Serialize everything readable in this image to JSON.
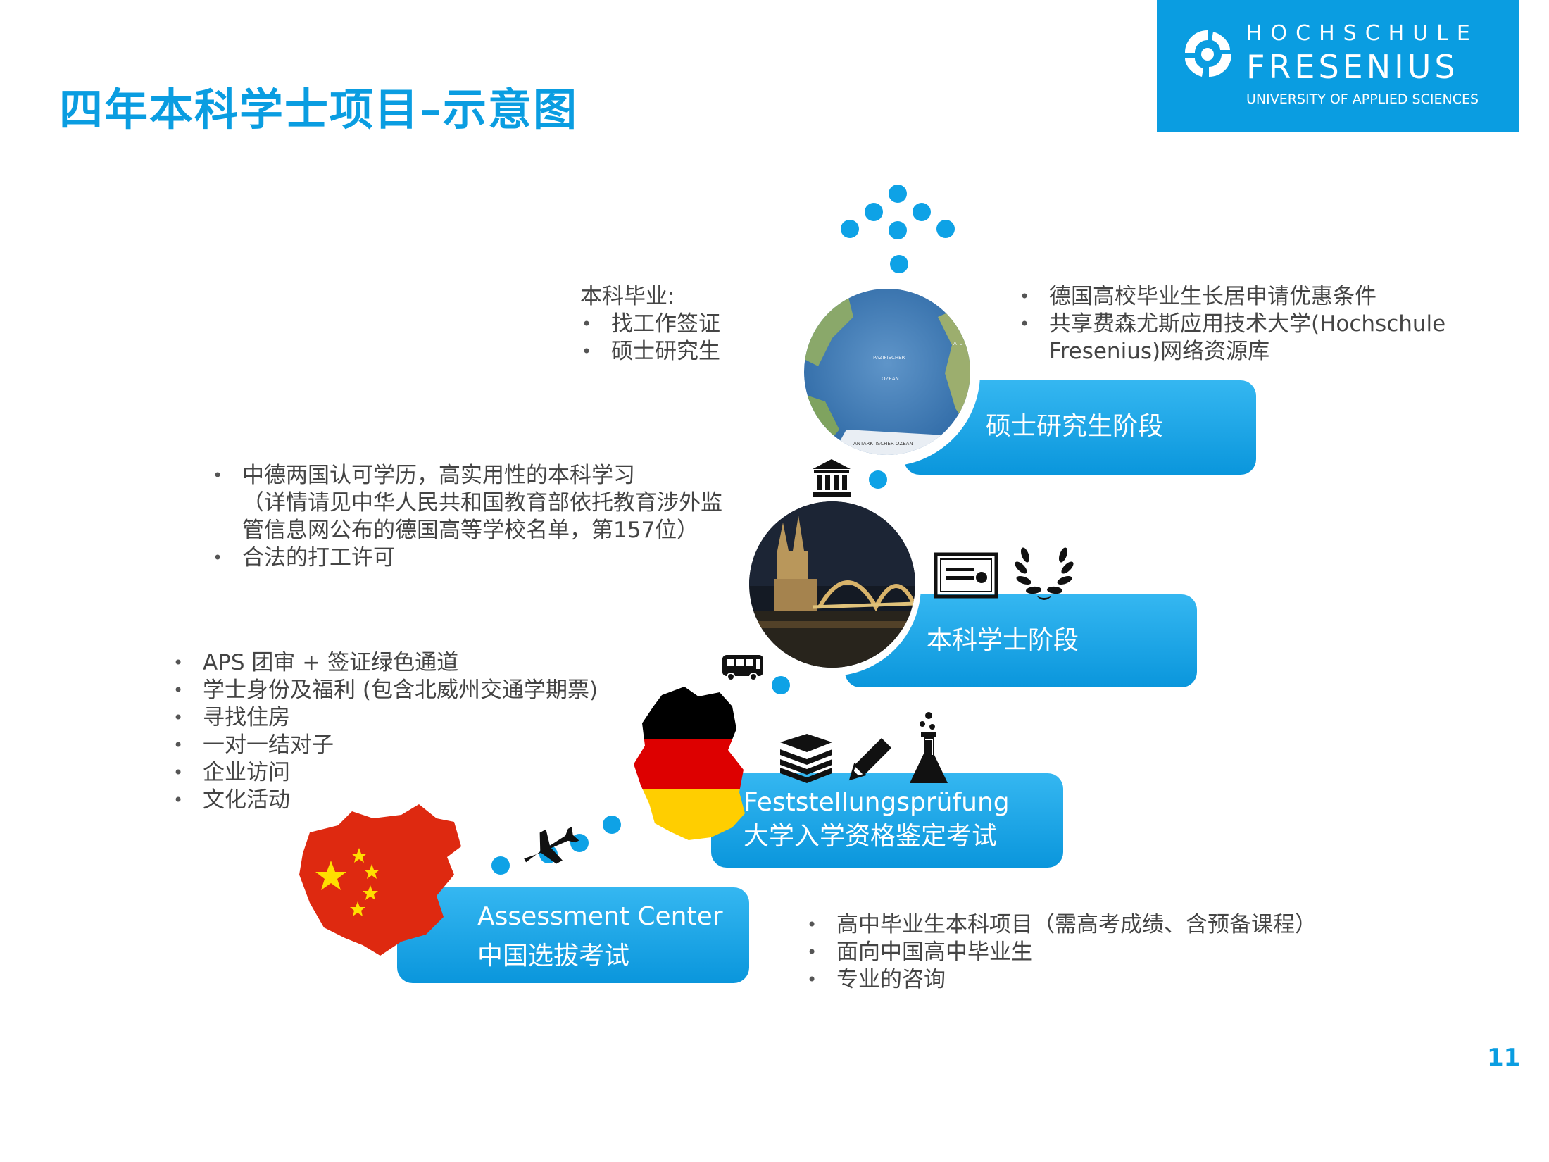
{
  "title": "四年本科学士项目–示意图",
  "logo": {
    "line1": "HOCHSCHULE",
    "line2": "FRESENIUS",
    "line3": "UNIVERSITY OF APPLIED SCIENCES"
  },
  "stages": {
    "assessment": {
      "line1": "Assessment Center",
      "line2": "中国选拔考试"
    },
    "feststellung": {
      "line1": "Feststellungsprüfung",
      "line2": "大学入学资格鉴定考试"
    },
    "bachelor": {
      "label": "本科学士阶段"
    },
    "master": {
      "label": "硕士研究生阶段"
    }
  },
  "lists": {
    "top_left": {
      "heading": "本科毕业:",
      "items": [
        "找工作签证",
        "硕士研究生"
      ]
    },
    "top_right": {
      "items": [
        "德国高校毕业生长居申请优惠条件",
        "共享费森尤斯应用技术大学(Hochschule",
        "Fresenius)网络资源库"
      ]
    },
    "middle": {
      "items": [
        "中德两国认可学历，高实用性的本科学习",
        "（详情请见中华人民共和国教育部依托教育涉外监",
        "管信息网公布的德国高等学校名单，第157位）",
        "合法的打工许可"
      ]
    },
    "left": {
      "items": [
        "APS 团审 + 签证绿色通道",
        "学士身份及福利 (包含北威州交通学期票)",
        "寻找住房",
        "一对一结对子",
        "企业访问",
        "文化活动"
      ]
    },
    "bottom": {
      "items": [
        "高中毕业生本科项目（需高考成绩、含预备课程）",
        "面向中国高中毕业生",
        "专业的咨询"
      ]
    }
  },
  "globe_labels": {
    "a": "PAZIFISCHER",
    "b": "OZEAN",
    "c": "ANTARKTISCHER OZEAN",
    "d": "ATL"
  },
  "page_number": "11",
  "colors": {
    "accent": "#0a9de1",
    "china_red": "#de2910",
    "star_yellow": "#ffde00",
    "de_black": "#000000",
    "de_red": "#dd0000",
    "de_gold": "#ffce00"
  }
}
